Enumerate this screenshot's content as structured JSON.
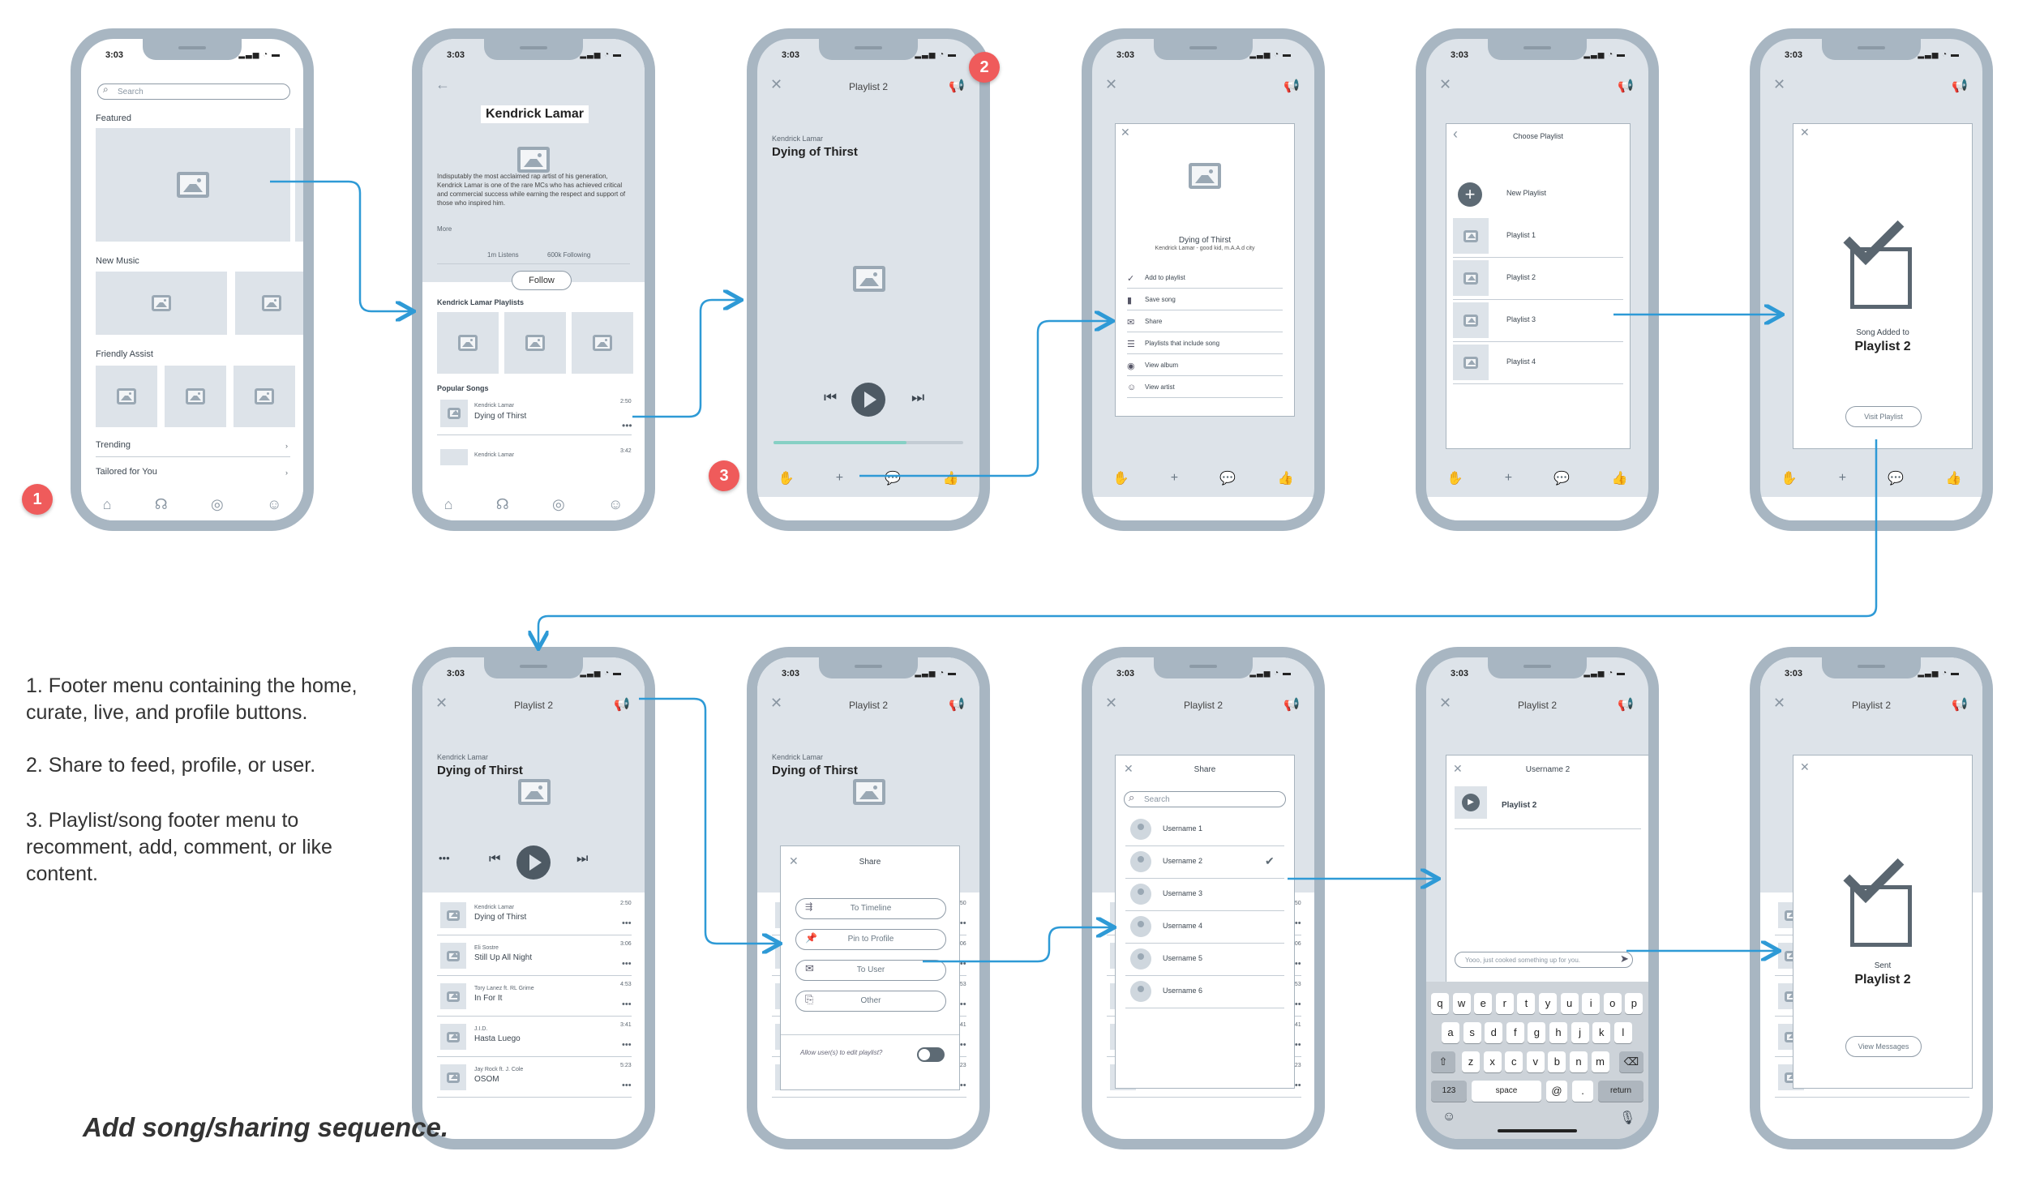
{
  "status_time": "3:03",
  "badges": {
    "one": "1",
    "two": "2",
    "three": "3"
  },
  "captions": {
    "c1": "1. Footer menu containing the home, curate, live, and profile buttons.",
    "c2": "2. Share to feed, profile, or user.",
    "c3": "3. Playlist/song footer menu to recomment, add, comment, or like content.",
    "title": "Add song/sharing sequence."
  },
  "home": {
    "search_placeholder": "Search",
    "featured": "Featured",
    "new_music": "New Music",
    "friendly_assist": "Friendly Assist",
    "trending": "Trending",
    "tailored": "Tailored for You"
  },
  "artist": {
    "name": "Kendrick Lamar",
    "bio": "Indisputably the most acclaimed rap artist of his generation, Kendrick Lamar is one of the rare MCs who has achieved critical and commercial success while earning the respect and support of those who inspired him.",
    "more": "More",
    "listens": "1m Listens",
    "following": "600k Following",
    "follow": "Follow",
    "playlists_heading": "Kendrick Lamar Playlists",
    "popular_heading": "Popular Songs",
    "songs": [
      {
        "artist": "Kendrick Lamar",
        "title": "Dying of Thirst",
        "time": "2:50"
      },
      {
        "artist": "Kendrick Lamar",
        "title": "",
        "time": "3:42"
      }
    ]
  },
  "player": {
    "header": "Playlist 2",
    "artist": "Kendrick Lamar",
    "song": "Dying of Thirst",
    "progress": 0.7
  },
  "song_menu": {
    "song": "Dying of Thirst",
    "sub": "Kendrick Lamar - good kid, m.A.A.d city",
    "items": [
      "Add to playlist",
      "Save song",
      "Share",
      "Playlists that include song",
      "View album",
      "View artist"
    ]
  },
  "choose": {
    "title": "Choose Playlist",
    "new": "New Playlist",
    "items": [
      "Playlist 1",
      "Playlist 2",
      "Playlist 3",
      "Playlist 4"
    ]
  },
  "added": {
    "label": "Song Added to",
    "playlist": "Playlist 2",
    "button": "Visit Playlist"
  },
  "playlist_songs": [
    {
      "artist": "Kendrick Lamar",
      "title": "Dying of Thirst",
      "time": "2:50"
    },
    {
      "artist": "Eli Sostre",
      "title": "Still Up All Night",
      "time": "3:06"
    },
    {
      "artist": "Tory Lanez ft. RL Grime",
      "title": "In For It",
      "time": "4:53"
    },
    {
      "artist": "J.I.D.",
      "title": "Hasta Luego",
      "time": "3:41"
    },
    {
      "artist": "Jay Rock ft. J. Cole",
      "title": "OSOM",
      "time": "5:23"
    }
  ],
  "share": {
    "title": "Share",
    "timeline": "To Timeline",
    "profile": "Pin to Profile",
    "user": "To User",
    "other": "Other",
    "allow": "Allow user(s) to edit playlist?"
  },
  "users": {
    "title": "Share",
    "search": "Search",
    "list": [
      "Username 1",
      "Username 2",
      "Username 3",
      "Username 4",
      "Username 5",
      "Username 6"
    ]
  },
  "message": {
    "to": "Username 2",
    "playlist": "Playlist 2",
    "text": "Yooo, just cooked something up for you.",
    "keys_row1": [
      "q",
      "w",
      "e",
      "r",
      "t",
      "y",
      "u",
      "i",
      "o",
      "p"
    ],
    "keys_row2": [
      "a",
      "s",
      "d",
      "f",
      "g",
      "h",
      "j",
      "k",
      "l"
    ],
    "keys_row3": [
      "z",
      "x",
      "c",
      "v",
      "b",
      "n",
      "m"
    ],
    "key_123": "123",
    "key_space": "space",
    "key_at": "@",
    "key_dot": ".",
    "key_return": "return"
  },
  "sent": {
    "label": "Sent",
    "playlist": "Playlist 2",
    "button": "View Messages"
  },
  "colors": {
    "phone_frame": "#a8b6c2",
    "placeholder": "#dde3e9",
    "arrow": "#2e9ad6",
    "badge": "#ef5b5b",
    "progress": "#86d0c4"
  }
}
